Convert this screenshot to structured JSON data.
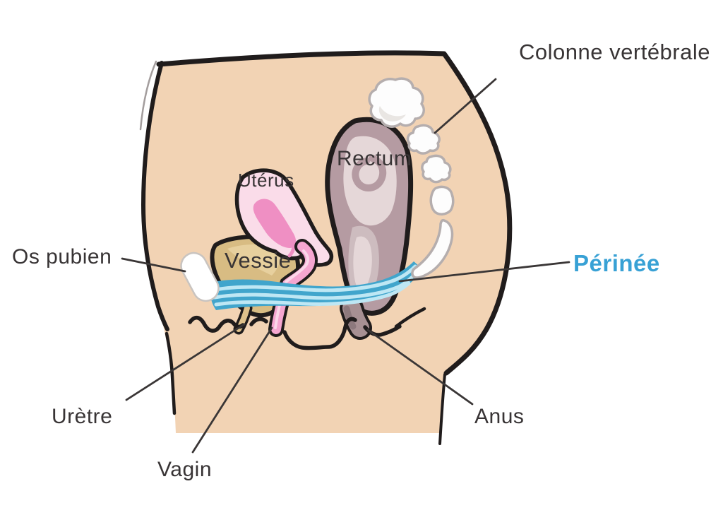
{
  "labels": {
    "colonne_vertebrale": "Colonne vertébrale",
    "rectum": "Rectum",
    "uterus": "Utérus",
    "vessie": "Vessie",
    "os_pubien": "Os pubien",
    "perinee": "Périnée",
    "uretre": "Urètre",
    "vagin": "Vagin",
    "anus": "Anus"
  },
  "colors": {
    "background": "#ffffff",
    "skin": "#f2d3b4",
    "outline": "#201c1c",
    "label_text": "#383435",
    "perinee_accent": "#38a1d5",
    "bladder": "#d8bc83",
    "bladder_highlight": "#e7d09e",
    "uterus": "#fadce9",
    "uterus_cavity": "#ef8fc3",
    "vagina": "#f5a6d0",
    "urethra": "#dfc18b",
    "rectum": "#b59ba2",
    "rectum_inner": "#e5d7d8",
    "rectum_shadow": "#cdbcbf",
    "anus_tube": "#a79093",
    "bone_fill": "#fdfdfd",
    "bone_outline": "#b5aeae",
    "perineum_muscle": "#41a5cc",
    "perineum_stripe": "#bee7f4"
  }
}
